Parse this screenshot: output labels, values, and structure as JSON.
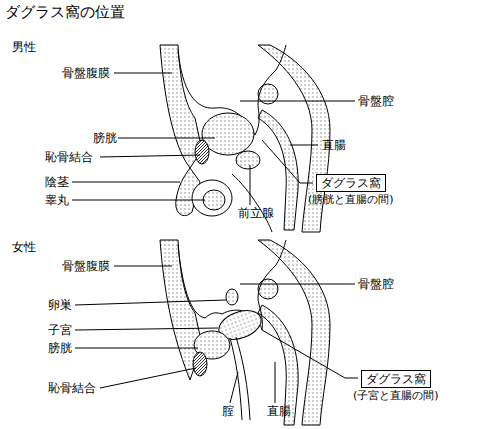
{
  "diagram": {
    "title": "ダグラス窩の位置",
    "nodes": [
      {
        "text": [
          "ダグラス窩",
          "(膀胱と直腸の間)"
        ]
      },
      {
        "text": [
          "ダグラス窩",
          "(子宮と直腸の間)"
        ]
      }
    ],
    "labels": [
      "男性",
      "骨盤腹膜",
      "骨盤腔",
      "膀胱",
      "恥骨結合",
      "陰茎",
      "睾丸",
      "前立腺",
      "直腸",
      "女性",
      "骨盤腹膜",
      "骨盤腔",
      "卵巣",
      "子宮",
      "膀胱",
      "恥骨結合",
      "腟",
      "直腸"
    ]
  }
}
